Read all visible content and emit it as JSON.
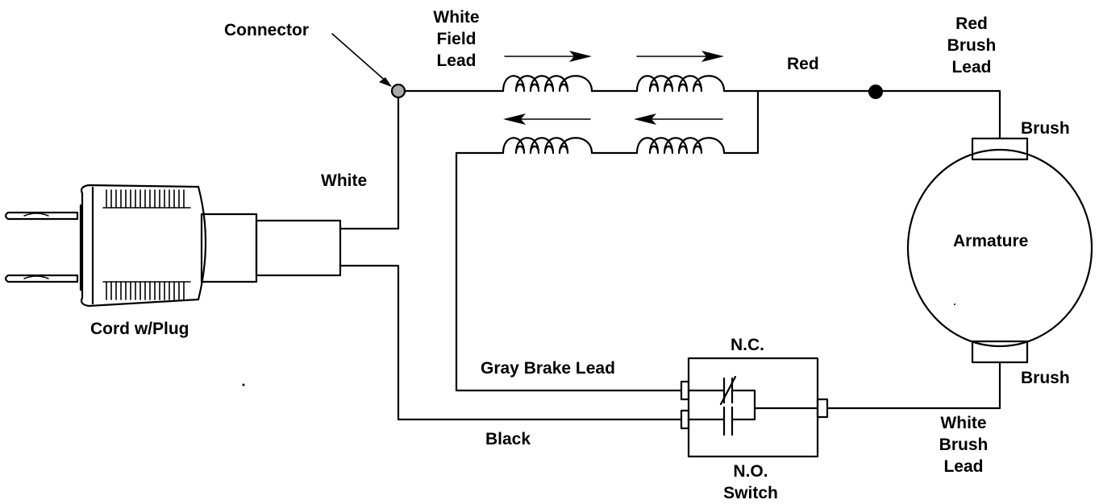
{
  "labels": {
    "connector": "Connector",
    "white_field_lead": [
      "White",
      "Field",
      "Lead"
    ],
    "red": "Red",
    "red_brush_lead": [
      "Red",
      "Brush",
      "Lead"
    ],
    "brush_top": "Brush",
    "brush_bottom": "Brush",
    "white": "White",
    "armature": "Armature",
    "cord_plug": "Cord w/Plug",
    "gray_brake_lead": "Gray Brake Lead",
    "nc": "N.C.",
    "black": "Black",
    "no_switch": [
      "N.O.",
      "Switch"
    ],
    "white_brush_lead": [
      "White",
      "Brush",
      "Lead"
    ]
  }
}
